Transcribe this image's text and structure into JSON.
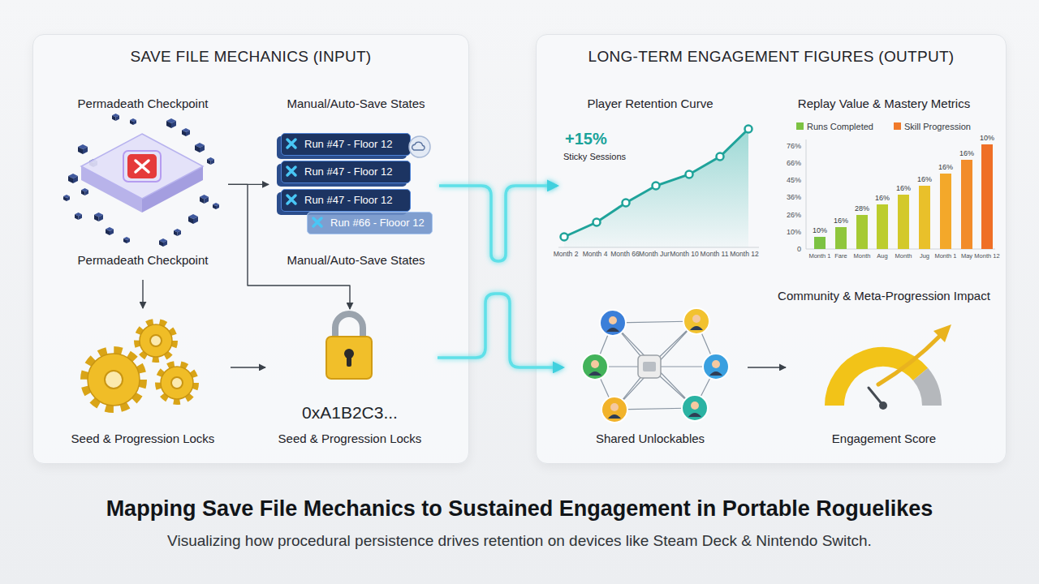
{
  "diagram": {
    "title": "Mapping Save File Mechanics to Sustained Engagement in Portable Roguelikes",
    "caption": "Visualizing how procedural persistence drives retention on devices like Steam Deck & Nintendo Switch.",
    "nodes": [
      {
        "text": [
          "SAVE FILE MECHANICS (INPUT)"
        ]
      },
      {
        "text": [
          "Permadeath Checkpoint",
          "Permadeath Checkpoint"
        ],
        "in": 0
      },
      {
        "text": [
          "Manual/Auto-Save States",
          "Manual/Auto-Save States"
        ],
        "in": 0
      },
      {
        "text": [
          "Run #47 - Floor 12"
        ],
        "in": 2
      },
      {
        "text": [
          "Run #47 - Floor 12"
        ],
        "in": 2
      },
      {
        "text": [
          "Run #47 - Floor 12"
        ],
        "in": 2
      },
      {
        "text": [
          "Run #66 - Flooor 12"
        ],
        "in": 2
      },
      {
        "text": [
          "Seed & Progression Locks"
        ],
        "in": 0
      },
      {
        "text": [
          "0xA1B2C3...",
          "Seed & Progression Locks"
        ],
        "in": 0
      },
      {
        "text": [
          "LONG-TERM ENGAGEMENT FIGURES (OUTPUT)"
        ]
      },
      {
        "text": [
          "Player Retention Curve",
          "+15%",
          "Sticky Sessions"
        ],
        "in": 9
      },
      {
        "text": [
          "Replay Value & Mastery Metrics"
        ],
        "in": 9
      },
      {
        "text": [
          "Shared Unlockables"
        ],
        "in": 9
      },
      {
        "text": [
          "Community & Meta-Progression Impact",
          "Engagement Score"
        ],
        "in": 9
      }
    ],
    "edges": [
      {
        "from": 1,
        "to": 2,
        "arrow": "to"
      },
      {
        "from": 1,
        "to": 7,
        "arrow": "to"
      },
      {
        "from": 1,
        "to": 8,
        "arrow": "to"
      },
      {
        "from": 7,
        "to": 8,
        "arrow": "to"
      },
      {
        "from": 2,
        "to": 10,
        "arrow": "to"
      },
      {
        "from": 8,
        "to": 12,
        "arrow": "to"
      },
      {
        "from": 12,
        "to": 13,
        "arrow": "to"
      }
    ],
    "labels": [
      "Month 2",
      "Month 4",
      "Month 66",
      "Month Jur",
      "Month 10",
      "Month 11",
      "Month 12",
      "76%",
      "66%",
      "45%",
      "36%",
      "26%",
      "10%",
      "0",
      "10%",
      "16%",
      "28%",
      "16%",
      "16%",
      "16%",
      "16%",
      "16%",
      "10%",
      "Month 1",
      "Fare",
      "Month",
      "Aug",
      "Month",
      "Jug",
      "Month 1",
      "May",
      "Month 12"
    ],
    "legend": [
      {
        "text": "Runs Completed",
        "color": "#7cc242"
      },
      {
        "text": "Skill Progression",
        "color": "#f07a2a"
      }
    ]
  }
}
